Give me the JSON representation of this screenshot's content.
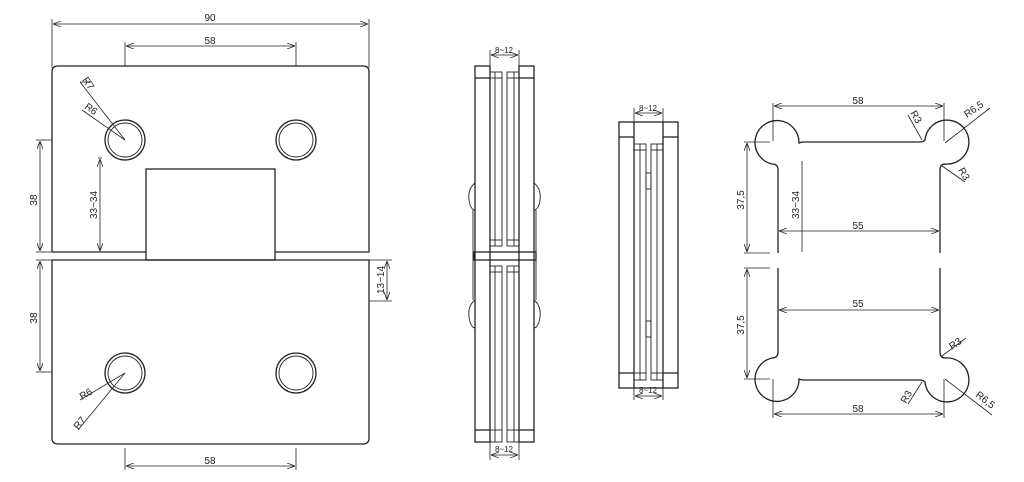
{
  "drawing": {
    "subject": "glass-to-glass hinge technical drawing",
    "front_view": {
      "overall_width": "90",
      "hole_spacing_top": "58",
      "hole_spacing_bottom": "58",
      "upper_leaf_height": "38",
      "lower_leaf_height": "38",
      "hole_offset": "33~34",
      "knuckle_gap": "13~14",
      "outer_radius_top": "R7",
      "inner_radius_top": "R6",
      "outer_radius_bottom": "R7",
      "inner_radius_bottom": "R6"
    },
    "side_view_open": {
      "glass_thickness_top": "8~12",
      "glass_thickness_bottom": "8~12"
    },
    "side_view_closed": {
      "glass_thickness_top": "8~12",
      "glass_thickness_bottom": "8~12"
    },
    "glass_cutout_top": {
      "hole_spacing": "58",
      "inner_width": "55",
      "height": "37,5",
      "hole_offset": "33~34",
      "radius_large": "R6,5",
      "radius_small_1": "R3",
      "radius_small_2": "R3"
    },
    "glass_cutout_bottom": {
      "hole_spacing": "58",
      "inner_width": "55",
      "height": "37,5",
      "radius_large": "R6,5",
      "radius_small_1": "R3",
      "radius_small_2": "R3"
    }
  }
}
